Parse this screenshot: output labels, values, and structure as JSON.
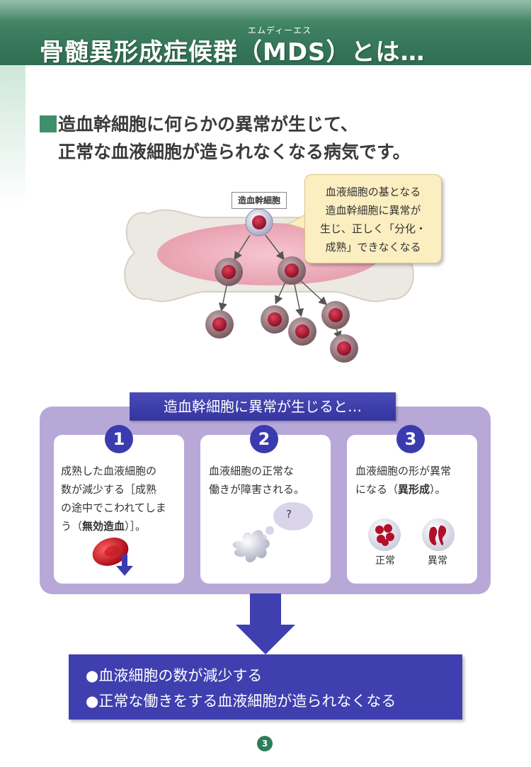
{
  "header": {
    "ruby": "エムディーエス",
    "title": "骨髄異形成症候群（MDS）とは…",
    "bg_color": "#3d7f60"
  },
  "lead": {
    "line1": "造血幹細胞に何らかの異常が生じて、",
    "line2": "正常な血液細胞が造られなくなる病気です。"
  },
  "diagram": {
    "label": "造血幹細胞",
    "callout_lines": [
      "血液細胞の基となる",
      "造血幹細胞に異常が",
      "生じ、正しく「分化・",
      "成熟」できなくなる"
    ]
  },
  "section": {
    "banner": "造血幹細胞に異常が生じると…",
    "cards": [
      {
        "number": "1",
        "line1": "成熟した血液細胞の",
        "line2": "数が減少する［成熟",
        "line3": "の途中でこわれてしま",
        "line4_pre": "う（",
        "line4_bold": "無効造血",
        "line4_post": "）］。"
      },
      {
        "number": "2",
        "line1": "血液細胞の正常な",
        "line2": "働きが障害される。",
        "bubble": "?"
      },
      {
        "number": "3",
        "line1": "血液細胞の形が異常",
        "line2_pre": "になる（",
        "line2_bold": "異形成",
        "line2_post": "）。",
        "label_normal": "正常",
        "label_abnormal": "異常"
      }
    ]
  },
  "summary": {
    "items": [
      "●血液細胞の数が減少する",
      "●正常な働きをする血液細胞が造られなくなる"
    ]
  },
  "page": {
    "number": "3"
  },
  "colors": {
    "accent_blue": "#3f3fb0",
    "panel_lavender": "#b7a8d8",
    "green": "#3f8f6a"
  }
}
